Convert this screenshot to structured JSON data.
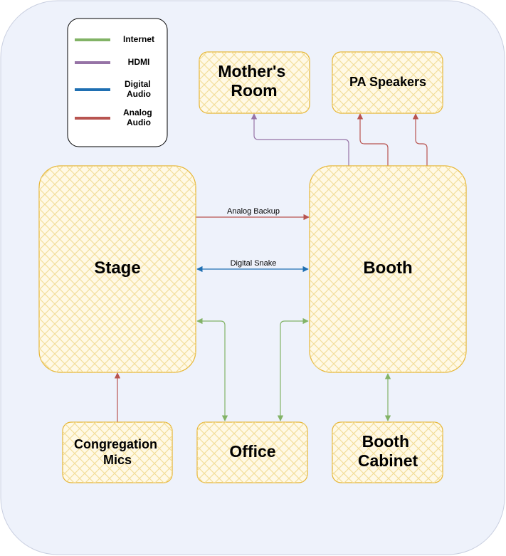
{
  "legend": {
    "items": [
      {
        "label": "Internet",
        "color": "#82b366"
      },
      {
        "label": "HDMI",
        "color": "#9673a6"
      },
      {
        "label": "Digital Audio",
        "lines": [
          "Digital",
          "Audio"
        ],
        "color": "#1f6fb2"
      },
      {
        "label": "Analog Audio",
        "lines": [
          "Analog",
          "Audio"
        ],
        "color": "#b85450"
      }
    ]
  },
  "nodes": {
    "stage": {
      "label": "Stage"
    },
    "booth": {
      "label": "Booth"
    },
    "mothers_room": {
      "label": "Mother's Room",
      "lines": [
        "Mother's",
        "Room"
      ]
    },
    "pa_speakers": {
      "label": "PA Speakers"
    },
    "congregation_mics": {
      "label": "Congregation Mics",
      "lines": [
        "Congregation",
        "Mics"
      ]
    },
    "office": {
      "label": "Office"
    },
    "booth_cabinet": {
      "label": "Booth Cabinet",
      "lines": [
        "Booth",
        "Cabinet"
      ]
    }
  },
  "connections": {
    "analog_backup": {
      "label": "Analog Backup"
    },
    "digital_snake": {
      "label": "Digital Snake"
    }
  },
  "colors": {
    "background": "#eef2fb",
    "node_fill": "#fff9e6",
    "node_stroke": "#e6b532",
    "hatch": "#f3de9c"
  }
}
